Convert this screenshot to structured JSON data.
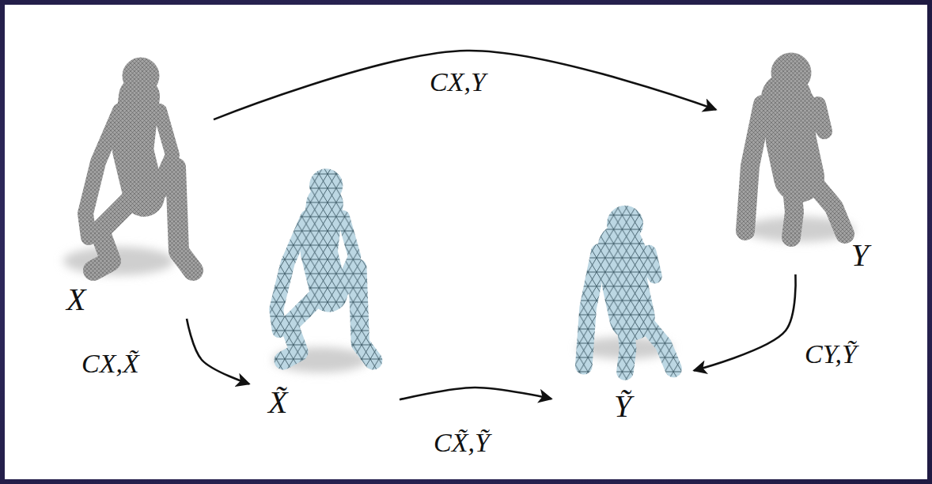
{
  "diagram": {
    "nodes": [
      {
        "text": [
          "X"
        ]
      },
      {
        "text": [
          "X̃"
        ]
      },
      {
        "text": [
          "Ỹ"
        ]
      },
      {
        "text": [
          "Y"
        ]
      }
    ],
    "edges": [
      {
        "from": 0,
        "to": 3,
        "arrow": "to",
        "label": "CX,Y"
      },
      {
        "from": 0,
        "to": 1,
        "arrow": "to",
        "label": "CX,X̃"
      },
      {
        "from": 1,
        "to": 2,
        "arrow": "to",
        "label": "CX̃,Ỹ"
      },
      {
        "from": 3,
        "to": 2,
        "arrow": "to",
        "label": "CY,Ỹ"
      }
    ]
  }
}
